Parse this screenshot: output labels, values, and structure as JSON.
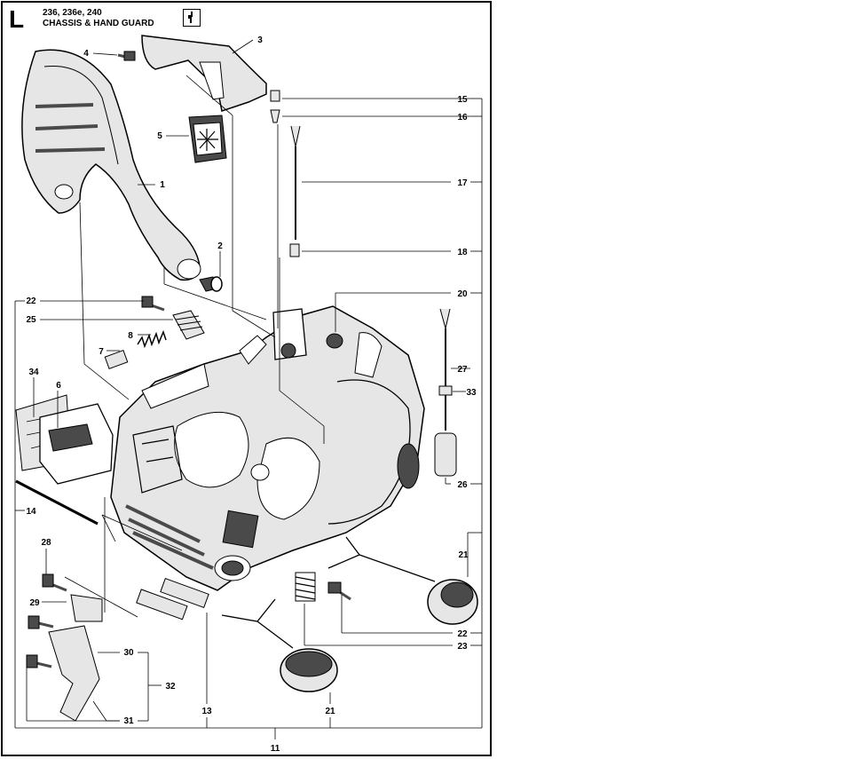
{
  "header": {
    "section_letter": "L",
    "models": "236, 236e, 240",
    "title": "CHASSIS & HAND GUARD",
    "tool_icon": "screwdriver-icon"
  },
  "callouts": {
    "c1": "1",
    "c2": "2",
    "c3": "3",
    "c4": "4",
    "c5": "5",
    "c6": "6",
    "c7": "7",
    "c8": "8",
    "c11": "11",
    "c13": "13",
    "c14": "14",
    "c15": "15",
    "c16": "16",
    "c17": "17",
    "c18": "18",
    "c20": "20",
    "c21a": "21",
    "c21b": "21",
    "c22a": "22",
    "c22b": "22",
    "c23": "23",
    "c25": "25",
    "c26": "26",
    "c27": "27",
    "c28": "28",
    "c29": "29",
    "c30": "30",
    "c31": "31",
    "c32": "32",
    "c33": "33",
    "c34": "34"
  },
  "colors": {
    "line": "#000000",
    "part_shade": "#e6e6e6",
    "part_dark": "#4a4a4a",
    "background": "#ffffff"
  }
}
